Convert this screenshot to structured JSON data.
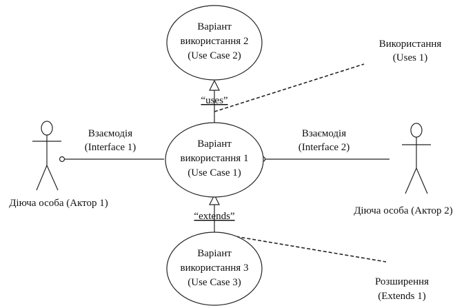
{
  "use_cases": {
    "uc1": {
      "line1": "Варіант",
      "line2": "використання 1",
      "line3": "(Use Case 1)"
    },
    "uc2": {
      "line1": "Варіант",
      "line2": "використання 2",
      "line3": "(Use Case 2)"
    },
    "uc3": {
      "line1": "Варіант",
      "line2": "використання 3",
      "line3": "(Use Case 3)"
    }
  },
  "actors": {
    "actor1": {
      "label": "Дiюча особа (Актор 1)"
    },
    "actor2": {
      "label": "Дiюча особа (Актор 2)"
    }
  },
  "interfaces": {
    "interface1": {
      "line1": "Взаємодія",
      "line2": "(Interface 1)"
    },
    "interface2": {
      "line1": "Взаємодія",
      "line2": "(Interface 2)"
    }
  },
  "relations": {
    "uses": {
      "stereotype": "“uses”"
    },
    "extends": {
      "stereotype": "“extends”"
    }
  },
  "notes": {
    "uses_note": {
      "line1": "Використання",
      "line2": "(Uses 1)"
    },
    "extends_note": {
      "line1": "Розширення",
      "line2": "(Extends 1)"
    }
  },
  "colors": {
    "stroke": "#222222",
    "background": "#ffffff",
    "text": "#111111"
  }
}
